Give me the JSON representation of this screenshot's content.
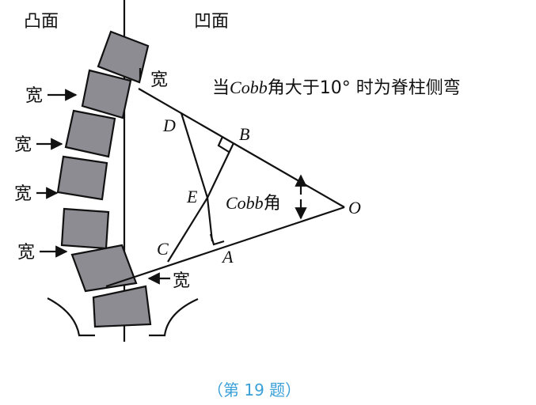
{
  "labels": {
    "convex": "凸面",
    "concave": "凹面",
    "wide": "宽",
    "statement_prefix": "当",
    "statement_cobb": "Cobb",
    "statement_suffix": "角大于10° 时为脊柱侧弯",
    "cobb_angle_cobb": "Cobb",
    "cobb_angle_suffix": "角",
    "caption": "（第 19 题）"
  },
  "points": {
    "D": "D",
    "B": "B",
    "E": "E",
    "C": "C",
    "A": "A",
    "O": "O"
  },
  "colors": {
    "vertebra_fill": "#8e8c93",
    "caption": "#3aa0d8"
  }
}
